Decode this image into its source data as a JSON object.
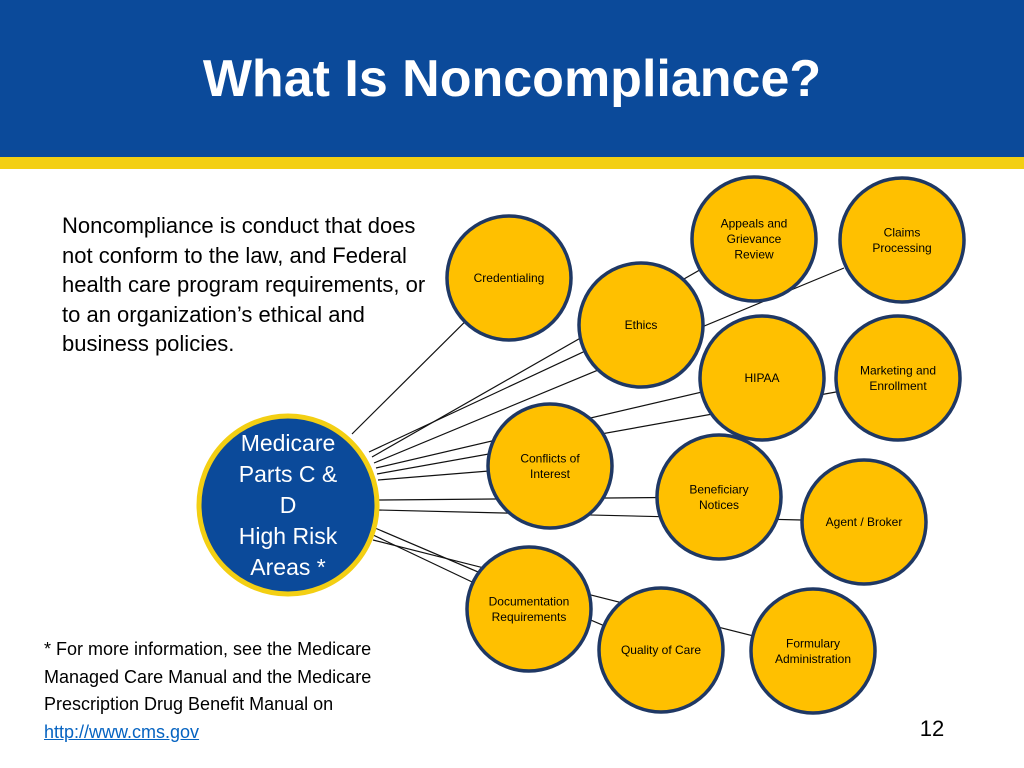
{
  "slide": {
    "title": "What Is Noncompliance?",
    "definition": "Noncompliance is conduct that does not conform to the law, and Federal health care program requirements, or to an organization’s ethical and business policies.",
    "footnote_text": "* For more information, see the Medicare Managed Care Manual and the Medicare Prescription Drug Benefit Manual on ",
    "footnote_link": "http://www.cms.gov",
    "page_number": "12"
  },
  "colors": {
    "header_blue": "#0b4a9a",
    "accent_yellow": "#f3cf13",
    "node_fill": "#ffc000",
    "node_stroke": "#1f3864",
    "hub_fill": "#0b4a9a",
    "link": "#0563c1"
  },
  "hub": {
    "lines": [
      "Medicare",
      "Parts C &",
      "D",
      "High Risk",
      "Areas *"
    ]
  },
  "areas": [
    {
      "key": "credentialing",
      "lines": [
        "Credentialing"
      ]
    },
    {
      "key": "ethics",
      "lines": [
        "Ethics"
      ]
    },
    {
      "key": "appeals-and-grievance-review",
      "lines": [
        "Appeals and",
        "Grievance",
        "Review"
      ]
    },
    {
      "key": "claims-processing",
      "lines": [
        "Claims",
        "Processing"
      ]
    },
    {
      "key": "hipaa",
      "lines": [
        "HIPAA"
      ]
    },
    {
      "key": "marketing-and-enrollment",
      "lines": [
        "Marketing and",
        "Enrollment"
      ]
    },
    {
      "key": "conflicts-of-interest",
      "lines": [
        "Conflicts of",
        "Interest"
      ]
    },
    {
      "key": "beneficiary-notices",
      "lines": [
        "Beneficiary",
        "Notices"
      ]
    },
    {
      "key": "agent-broker",
      "lines": [
        "Agent / Broker"
      ]
    },
    {
      "key": "documentation-requirements",
      "lines": [
        "Documentation",
        "Requirements"
      ]
    },
    {
      "key": "quality-of-care",
      "lines": [
        "Quality of Care"
      ]
    },
    {
      "key": "formulary-administration",
      "lines": [
        "Formulary",
        "Administration"
      ]
    }
  ]
}
